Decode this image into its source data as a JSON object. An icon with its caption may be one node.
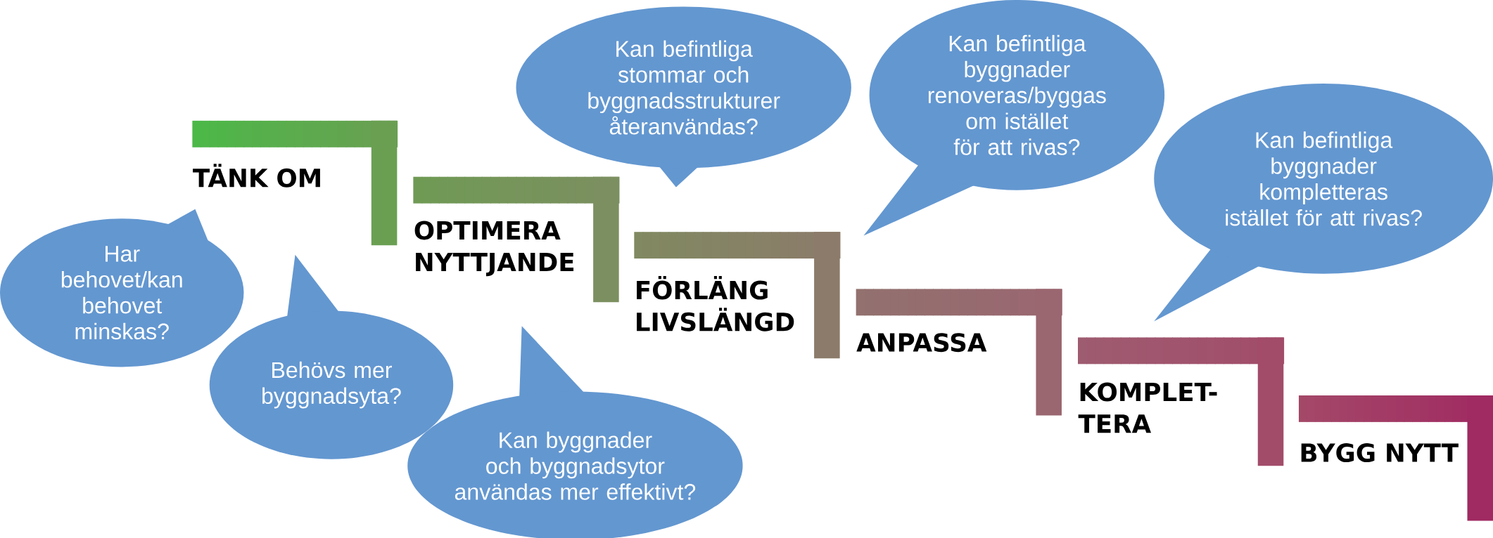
{
  "diagram": {
    "nodes": [
      {
        "text": [
          "TÄNK OM"
        ]
      },
      {
        "text": [
          "OPTIMERA NYTTJANDE"
        ]
      },
      {
        "text": [
          "FÖRLÄNG LIVSLÄNGD"
        ]
      },
      {
        "text": [
          "ANPASSA"
        ]
      },
      {
        "text": [
          "KOMPLET- TERA"
        ]
      },
      {
        "text": [
          "BYGG NYTT"
        ]
      },
      {
        "text": [
          "Har behovet/kan behovet minskas?"
        ]
      },
      {
        "text": [
          "Behövs mer byggnadsyta?"
        ]
      },
      {
        "text": [
          "Kan byggnader och byggnadsytor användas mer effektivt?"
        ]
      },
      {
        "text": [
          "Kan befintliga stommar och byggnadsstrukturer återanvändas?"
        ]
      },
      {
        "text": [
          "Kan befintliga byggnader renoveras/byggas om istället för att rivas?"
        ]
      },
      {
        "text": [
          "Kan befintliga byggnader kompletteras istället för att rivas?"
        ]
      }
    ]
  }
}
